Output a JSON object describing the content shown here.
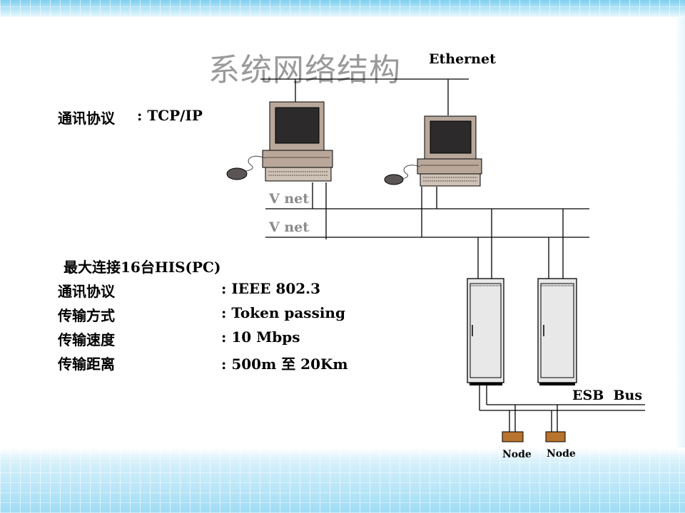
{
  "slide": {
    "title": "系统网络结构",
    "ethernet": {
      "protocol_label": "通讯协议",
      "protocol_value": ": TCP/IP"
    },
    "vnet": {
      "capacity": "最大连接16台HIS(PC)",
      "specs": [
        {
          "label": "通讯协议",
          "value": ": IEEE 802.3"
        },
        {
          "label": "传输方式",
          "value": ": Token passing"
        },
        {
          "label": "传输速度",
          "value": ": 10 Mbps"
        },
        {
          "label": "传输距离",
          "value": ": 500m 至 20Km"
        }
      ]
    }
  },
  "diagram": {
    "ethernet_label": "Ethernet",
    "vnet_labels": [
      "V net",
      "V net"
    ],
    "esb_label": "ESB  Bus",
    "node_labels": [
      "Node",
      "Node"
    ]
  }
}
